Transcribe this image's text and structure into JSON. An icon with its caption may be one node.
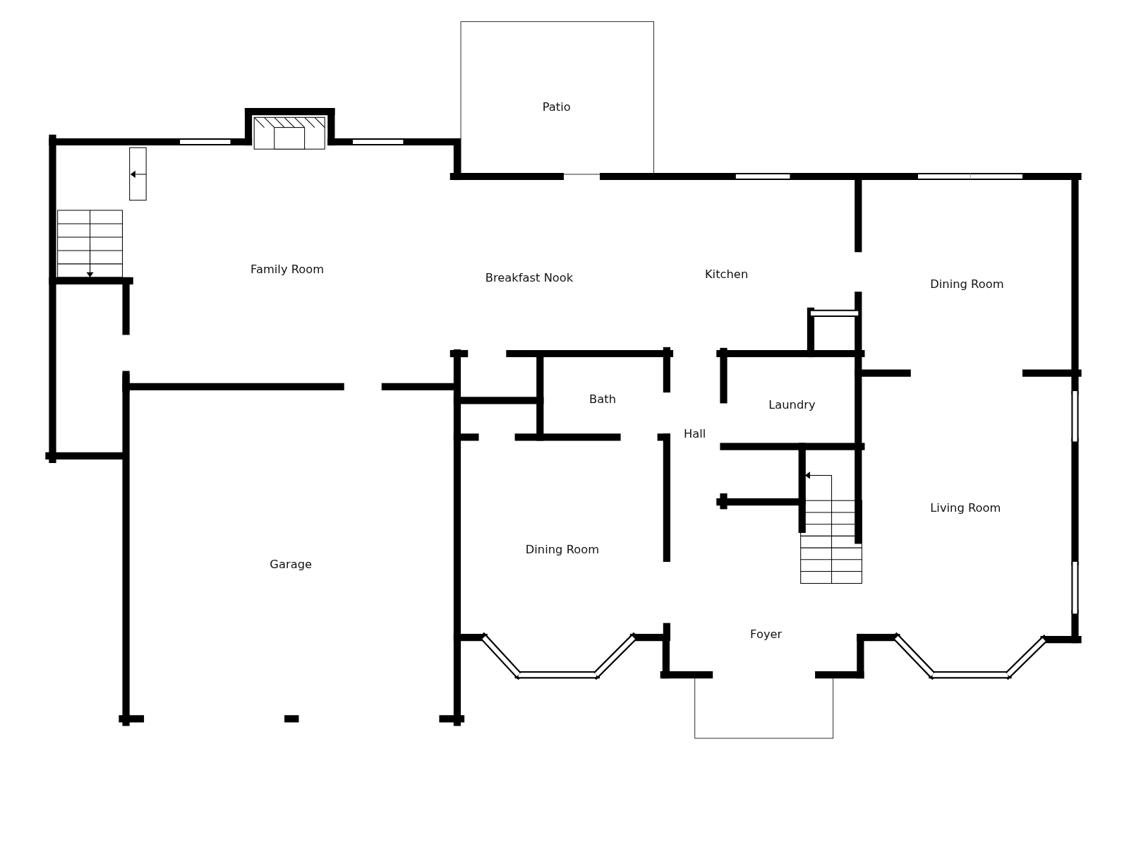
{
  "diagram": {
    "labels": [
      "Patio",
      "Family Room",
      "Breakfast Nook",
      "Kitchen",
      "Dining Room",
      "Bath",
      "Laundry",
      "Hall",
      "Living Room",
      "Dining Room",
      "Garage",
      "Foyer"
    ]
  }
}
